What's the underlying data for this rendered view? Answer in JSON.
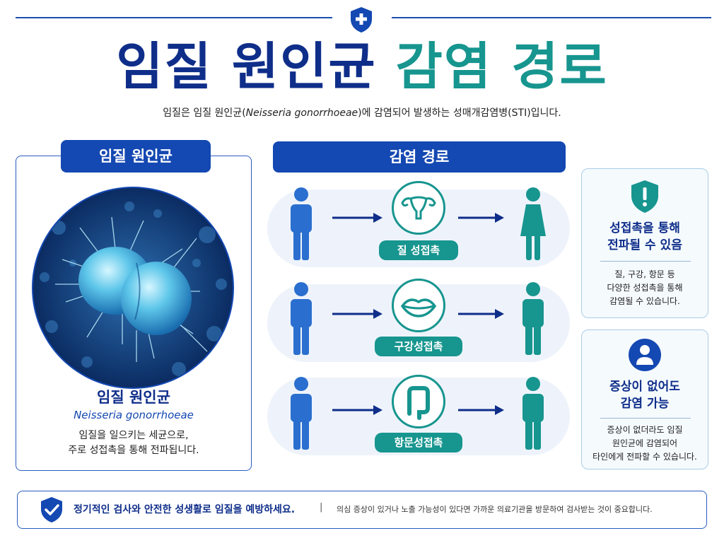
{
  "header": {
    "title_part1": "임질 원인균",
    "title_part2": "감염 경로",
    "subtitle_before": "임질은 임질 원인균(",
    "subtitle_italic": "Neisseria gonorrhoeae",
    "subtitle_after": ")에 감염되어 발생하는 성매개감염병(STI)입니다."
  },
  "left_panel": {
    "pill_label": "임질 원인균",
    "title": "임질 원인균",
    "scientific_name": "Neisseria gonorrhoeae",
    "desc_line1": "임질을 일으키는 세균으로,",
    "desc_line2": "주로 성접촉을 통해 전파됩니다."
  },
  "routes": {
    "pill_label": "감염 경로",
    "items": [
      {
        "label": "질 성접촉",
        "icon": "uterus-icon"
      },
      {
        "label": "구강성접촉",
        "icon": "lips-icon"
      },
      {
        "label": "항문성접촉",
        "icon": "intestine-icon"
      }
    ]
  },
  "cards": [
    {
      "icon": "warning-shield-icon",
      "title_line1": "성접촉을 통해",
      "title_line2": "전파될 수 있음",
      "desc_line1": "질, 구강, 항문 등",
      "desc_line2": "다양한 성접촉을 통해",
      "desc_line3": "감염될 수 있습니다."
    },
    {
      "icon": "person-icon",
      "title_line1": "증상이 없어도",
      "title_line2": "감염 가능",
      "desc_line1": "증상이 없더라도 임질",
      "desc_line2": "원인균에 감염되어",
      "desc_line3": "타인에게 전파할 수 있습니다."
    }
  ],
  "footer": {
    "main": "정기적인 검사와 안전한 성생활로 임질을 예방하세요.",
    "separator": "|",
    "sub": "의심 증상이 있거나 노출 가능성이 있다면 가까운 의료기관을 방문하여 검사받는 것이 중요합니다."
  },
  "colors": {
    "navy": "#0f2e8a",
    "blue": "#1448b2",
    "teal": "#17958f",
    "person_blue": "#2a6fcf",
    "person_teal": "#17958f"
  }
}
